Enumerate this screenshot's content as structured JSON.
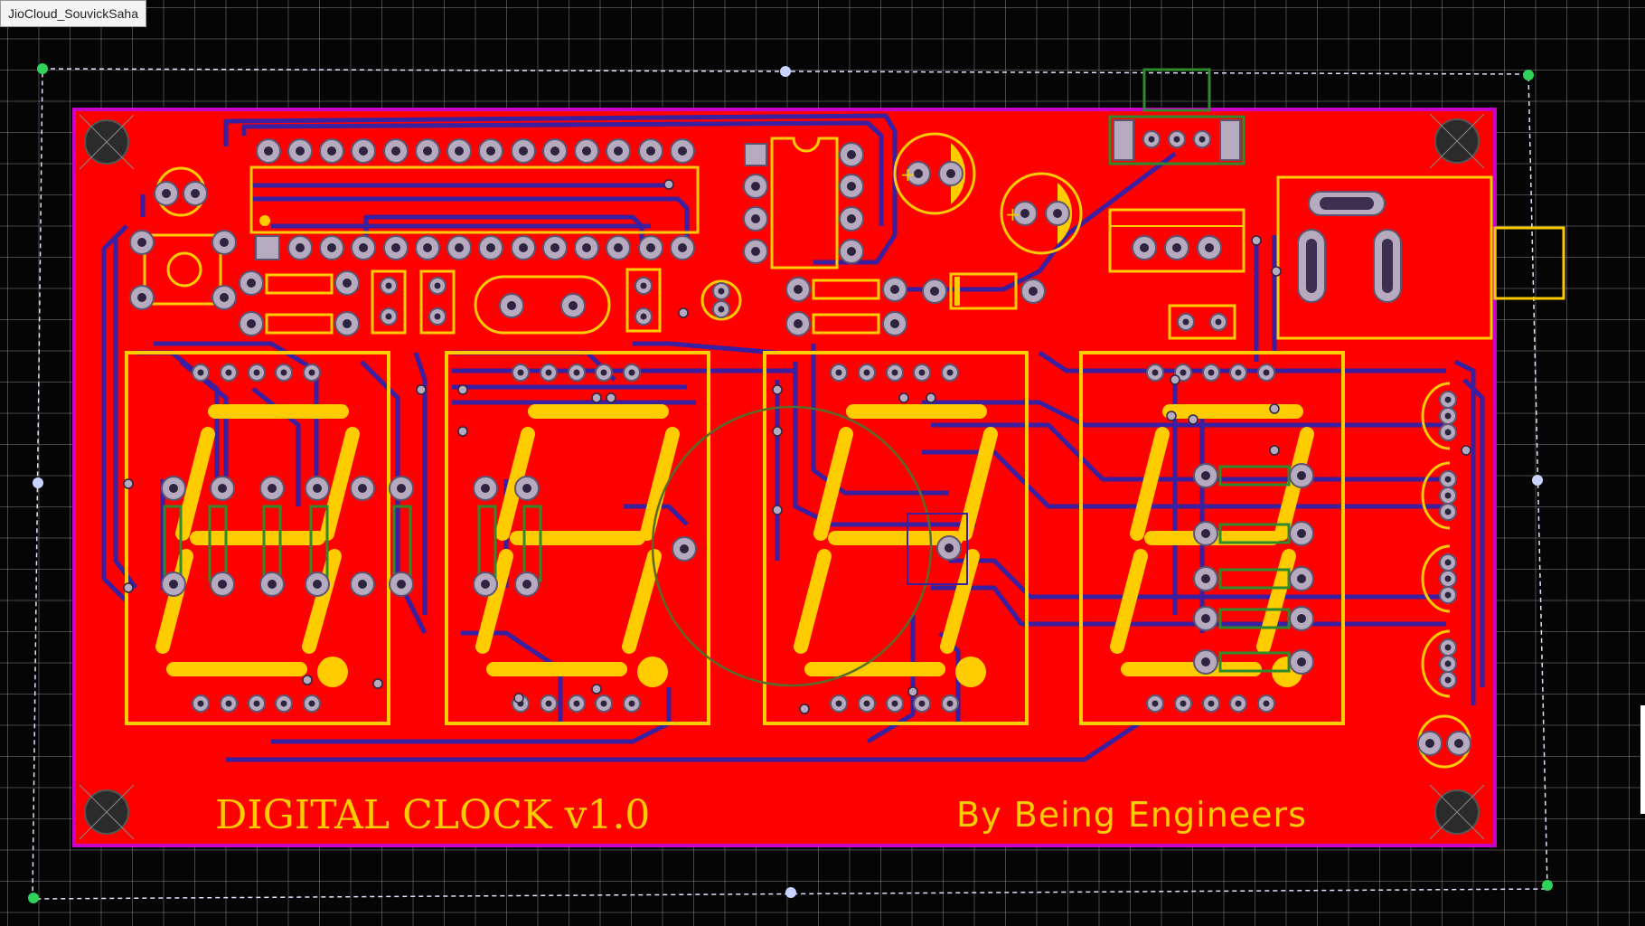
{
  "window": {
    "watermark": "JioCloud_SouvickSaha"
  },
  "board": {
    "title_text": "DIGITAL CLOCK v1.0",
    "author_text": "By Being Engineers",
    "colors": {
      "background": "#050505",
      "board_copper": "#ff0000",
      "board_outline": "#c800c8",
      "silkscreen": "#ffcc00",
      "traces": "#3a1fa0",
      "pad": "#b4aabe",
      "selection": "#6f8cff",
      "handle": "#2fd35a"
    },
    "display_digits": 4,
    "mounting_holes": 4
  }
}
